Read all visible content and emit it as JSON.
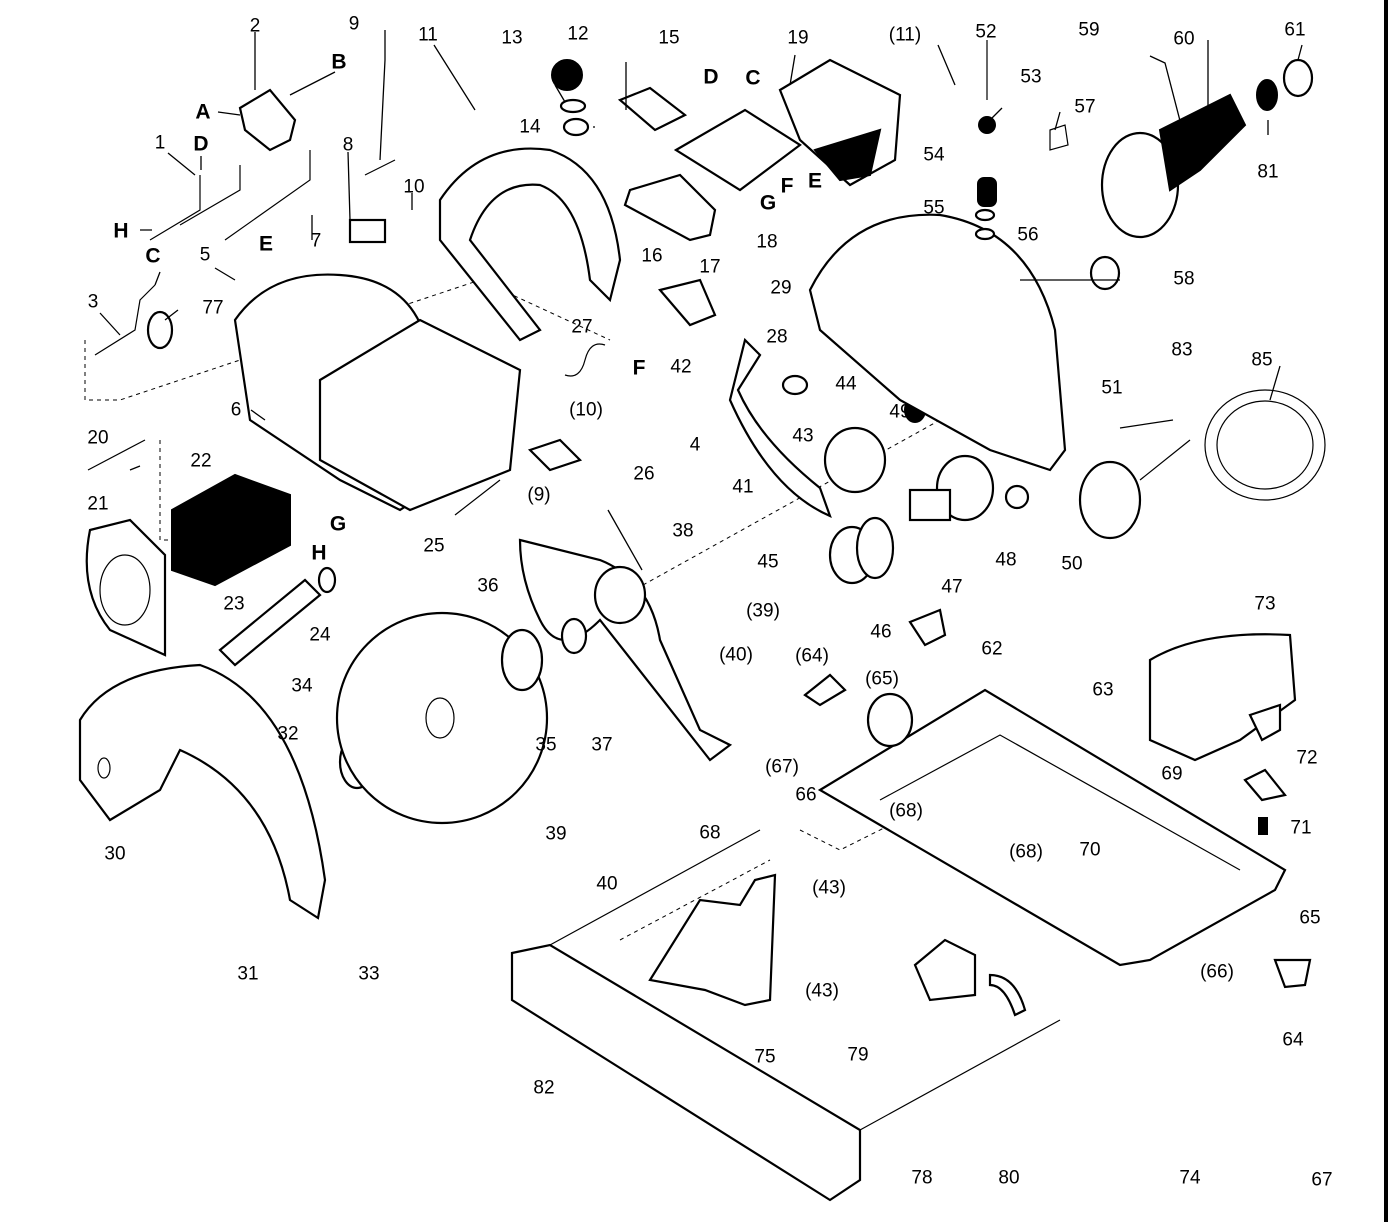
{
  "diagram": {
    "title": "Circular saw exploded parts diagram",
    "part_labels": [
      {
        "id": "p1",
        "text": "1"
      },
      {
        "id": "p2",
        "text": "2"
      },
      {
        "id": "p3",
        "text": "3"
      },
      {
        "id": "p4",
        "text": "4"
      },
      {
        "id": "p5",
        "text": "5"
      },
      {
        "id": "p6",
        "text": "6"
      },
      {
        "id": "p7",
        "text": "7"
      },
      {
        "id": "p8",
        "text": "8"
      },
      {
        "id": "p9",
        "text": "9"
      },
      {
        "id": "p9b",
        "text": "(9)"
      },
      {
        "id": "p10",
        "text": "10"
      },
      {
        "id": "p10b",
        "text": "(10)"
      },
      {
        "id": "p11",
        "text": "11"
      },
      {
        "id": "p11b",
        "text": "(11)"
      },
      {
        "id": "p12",
        "text": "12"
      },
      {
        "id": "p13",
        "text": "13"
      },
      {
        "id": "p14",
        "text": "14"
      },
      {
        "id": "p15",
        "text": "15"
      },
      {
        "id": "p16",
        "text": "16"
      },
      {
        "id": "p17",
        "text": "17"
      },
      {
        "id": "p18",
        "text": "18"
      },
      {
        "id": "p19",
        "text": "19"
      },
      {
        "id": "p20",
        "text": "20"
      },
      {
        "id": "p21",
        "text": "21"
      },
      {
        "id": "p22",
        "text": "22"
      },
      {
        "id": "p23",
        "text": "23"
      },
      {
        "id": "p24",
        "text": "24"
      },
      {
        "id": "p25",
        "text": "25"
      },
      {
        "id": "p26",
        "text": "26"
      },
      {
        "id": "p27",
        "text": "27"
      },
      {
        "id": "p28",
        "text": "28"
      },
      {
        "id": "p29",
        "text": "29"
      },
      {
        "id": "p30",
        "text": "30"
      },
      {
        "id": "p31",
        "text": "31"
      },
      {
        "id": "p32",
        "text": "32"
      },
      {
        "id": "p33",
        "text": "33"
      },
      {
        "id": "p34",
        "text": "34"
      },
      {
        "id": "p35",
        "text": "35"
      },
      {
        "id": "p36",
        "text": "36"
      },
      {
        "id": "p37",
        "text": "37"
      },
      {
        "id": "p38",
        "text": "38"
      },
      {
        "id": "p39",
        "text": "39"
      },
      {
        "id": "p39b",
        "text": "(39)"
      },
      {
        "id": "p40",
        "text": "40"
      },
      {
        "id": "p40b",
        "text": "(40)"
      },
      {
        "id": "p41",
        "text": "41"
      },
      {
        "id": "p42",
        "text": "42"
      },
      {
        "id": "p43",
        "text": "43"
      },
      {
        "id": "p43b",
        "text": "(43)"
      },
      {
        "id": "p43c",
        "text": "(43)"
      },
      {
        "id": "p44",
        "text": "44"
      },
      {
        "id": "p45",
        "text": "45"
      },
      {
        "id": "p46",
        "text": "46"
      },
      {
        "id": "p47",
        "text": "47"
      },
      {
        "id": "p48",
        "text": "48"
      },
      {
        "id": "p49",
        "text": "49"
      },
      {
        "id": "p50",
        "text": "50"
      },
      {
        "id": "p51",
        "text": "51"
      },
      {
        "id": "p52",
        "text": "52"
      },
      {
        "id": "p53",
        "text": "53"
      },
      {
        "id": "p54",
        "text": "54"
      },
      {
        "id": "p55",
        "text": "55"
      },
      {
        "id": "p56",
        "text": "56"
      },
      {
        "id": "p57",
        "text": "57"
      },
      {
        "id": "p58",
        "text": "58"
      },
      {
        "id": "p59",
        "text": "59"
      },
      {
        "id": "p60",
        "text": "60"
      },
      {
        "id": "p61",
        "text": "61"
      },
      {
        "id": "p62",
        "text": "62"
      },
      {
        "id": "p63",
        "text": "63"
      },
      {
        "id": "p64",
        "text": "64"
      },
      {
        "id": "p64b",
        "text": "(64)"
      },
      {
        "id": "p65",
        "text": "65"
      },
      {
        "id": "p65b",
        "text": "(65)"
      },
      {
        "id": "p66",
        "text": "66"
      },
      {
        "id": "p66b",
        "text": "(66)"
      },
      {
        "id": "p67",
        "text": "67"
      },
      {
        "id": "p67b",
        "text": "(67)"
      },
      {
        "id": "p68",
        "text": "68"
      },
      {
        "id": "p68b",
        "text": "(68)"
      },
      {
        "id": "p68c",
        "text": "(68)"
      },
      {
        "id": "p69",
        "text": "69"
      },
      {
        "id": "p70",
        "text": "70"
      },
      {
        "id": "p71",
        "text": "71"
      },
      {
        "id": "p72",
        "text": "72"
      },
      {
        "id": "p73",
        "text": "73"
      },
      {
        "id": "p74",
        "text": "74"
      },
      {
        "id": "p75",
        "text": "75"
      },
      {
        "id": "p77",
        "text": "77"
      },
      {
        "id": "p78",
        "text": "78"
      },
      {
        "id": "p79",
        "text": "79"
      },
      {
        "id": "p80",
        "text": "80"
      },
      {
        "id": "p81",
        "text": "81"
      },
      {
        "id": "p82",
        "text": "82"
      },
      {
        "id": "p83",
        "text": "83"
      },
      {
        "id": "p85",
        "text": "85"
      }
    ],
    "wire_letters": [
      {
        "id": "A1",
        "text": "A"
      },
      {
        "id": "B1",
        "text": "B"
      },
      {
        "id": "C1",
        "text": "C"
      },
      {
        "id": "C2",
        "text": "C"
      },
      {
        "id": "D1",
        "text": "D"
      },
      {
        "id": "D2",
        "text": "D"
      },
      {
        "id": "E1",
        "text": "E"
      },
      {
        "id": "E2",
        "text": "E"
      },
      {
        "id": "F1",
        "text": "F"
      },
      {
        "id": "F2",
        "text": "F"
      },
      {
        "id": "G1",
        "text": "G"
      },
      {
        "id": "G2",
        "text": "G"
      },
      {
        "id": "H1",
        "text": "H"
      },
      {
        "id": "H2",
        "text": "H"
      }
    ]
  }
}
